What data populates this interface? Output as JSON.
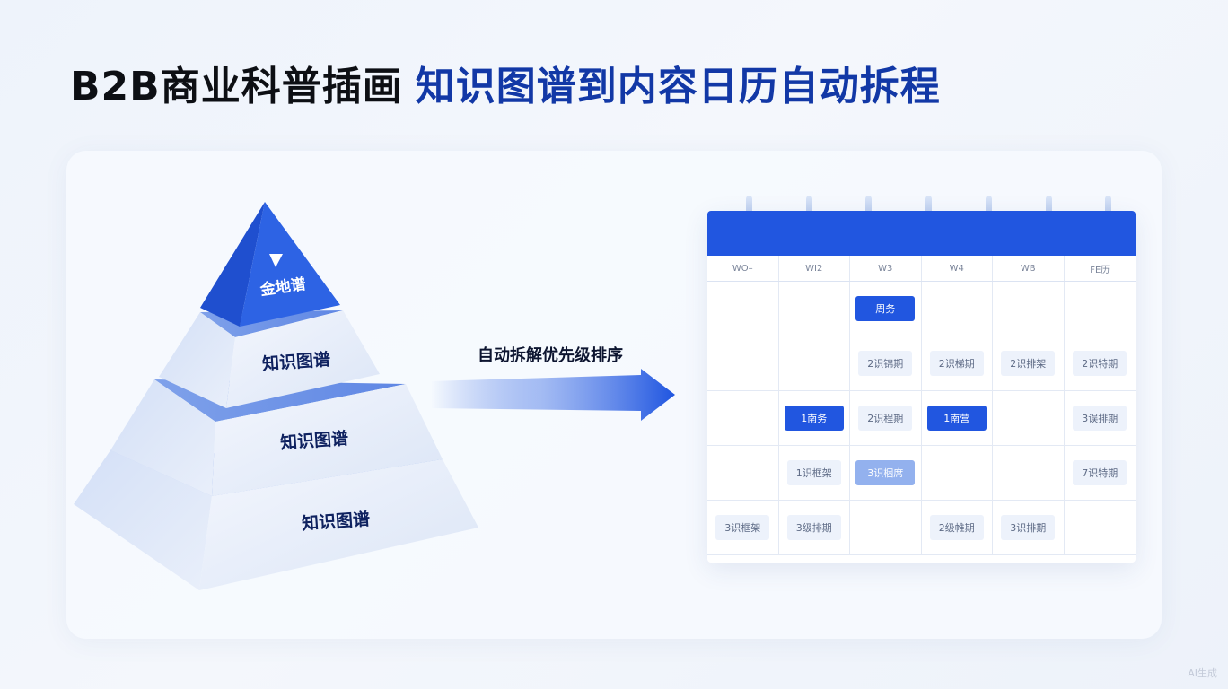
{
  "title": {
    "part1": "B2B商业科普插画",
    "part2": "知识图谱到内容日历自动拆程"
  },
  "pyramid": {
    "layers": [
      {
        "label": "金地谱",
        "icon": "triangle-down-icon"
      },
      {
        "label": "知识图谱"
      },
      {
        "label": "知识图谱"
      },
      {
        "label": "知识图谱"
      }
    ]
  },
  "arrow": {
    "label": "自动拆解优先级排序"
  },
  "calendar": {
    "days": [
      "WO–",
      "WI2",
      "W3",
      "W4",
      "WB",
      "FE历"
    ],
    "rows": [
      [
        null,
        null,
        {
          "text": "周务",
          "style": "blue"
        },
        null,
        null,
        null
      ],
      [
        null,
        null,
        {
          "text": "2识锦期",
          "style": "light"
        },
        {
          "text": "2识梯期",
          "style": "light"
        },
        {
          "text": "2识排架",
          "style": "light"
        },
        {
          "text": "2识特期",
          "style": "light"
        }
      ],
      [
        null,
        {
          "text": "1南务",
          "style": "blue"
        },
        {
          "text": "2识程期",
          "style": "light"
        },
        {
          "text": "1南营",
          "style": "blue"
        },
        null,
        {
          "text": "3误排期",
          "style": "light"
        }
      ],
      [
        null,
        {
          "text": "1识框架",
          "style": "light"
        },
        {
          "text": "3识梱席",
          "style": "mid"
        },
        null,
        null,
        {
          "text": "7识特期",
          "style": "light"
        }
      ],
      [
        {
          "text": "3识框架",
          "style": "light"
        },
        {
          "text": "3级排期",
          "style": "light"
        },
        null,
        {
          "text": "2级帷期",
          "style": "light"
        },
        {
          "text": "3识排期",
          "style": "light"
        },
        null
      ]
    ]
  },
  "watermark": "AI生成",
  "colors": {
    "accent": "#2156e0",
    "title_dark": "#0d0f14",
    "title_blue": "#1238a6"
  }
}
